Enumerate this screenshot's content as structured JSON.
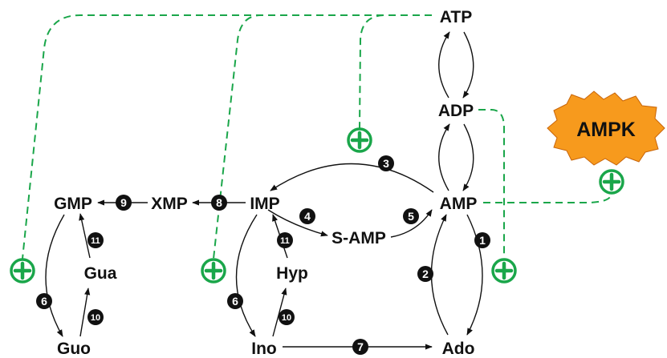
{
  "nodes": {
    "atp": "ATP",
    "adp": "ADP",
    "amp": "AMP",
    "imp": "IMP",
    "xmp": "XMP",
    "gmp": "GMP",
    "s_amp": "S-AMP",
    "gua": "Gua",
    "hyp": "Hyp",
    "guo": "Guo",
    "ino": "Ino",
    "ado": "Ado"
  },
  "ampk": {
    "label": "AMPK",
    "color": "#f79a1d"
  },
  "steps": {
    "s1": "1",
    "s2": "2",
    "s3": "3",
    "s4": "4",
    "s5": "5",
    "s6a": "6",
    "s6b": "6",
    "s7": "7",
    "s8": "8",
    "s9": "9",
    "s10a": "10",
    "s10b": "10",
    "s11a": "11",
    "s11b": "11"
  },
  "activation_symbol": "+",
  "colors": {
    "activation": "#1aa64a",
    "arrow": "#111111",
    "step_fill": "#111111"
  }
}
